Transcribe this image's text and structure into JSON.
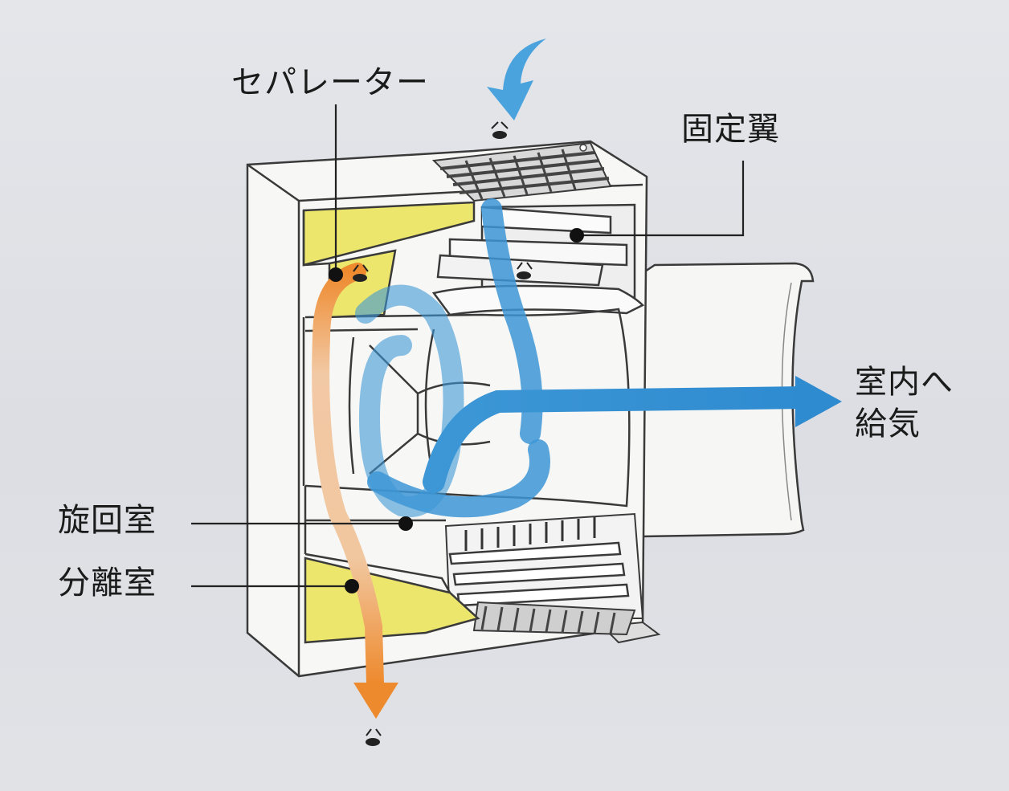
{
  "labels": {
    "separator": "セパレーター",
    "fixed_vane": "固定翼",
    "indoor_supply_line1": "室内へ",
    "indoor_supply_line2": "給気",
    "swirl_chamber": "旋回室",
    "separation_chamber": "分離室"
  },
  "colors": {
    "background": "#dfe1e5",
    "housing": "#f7f7f6",
    "outline": "#3a3a3a",
    "separation_zone": "#ece66c",
    "airflow": "#3d97d6",
    "debris_flow": "#ee8a2e"
  },
  "icons": [
    "insect-icon",
    "airflow-arrow-icon",
    "debris-arrow-icon",
    "grille-icon",
    "leader-dot-icon"
  ]
}
